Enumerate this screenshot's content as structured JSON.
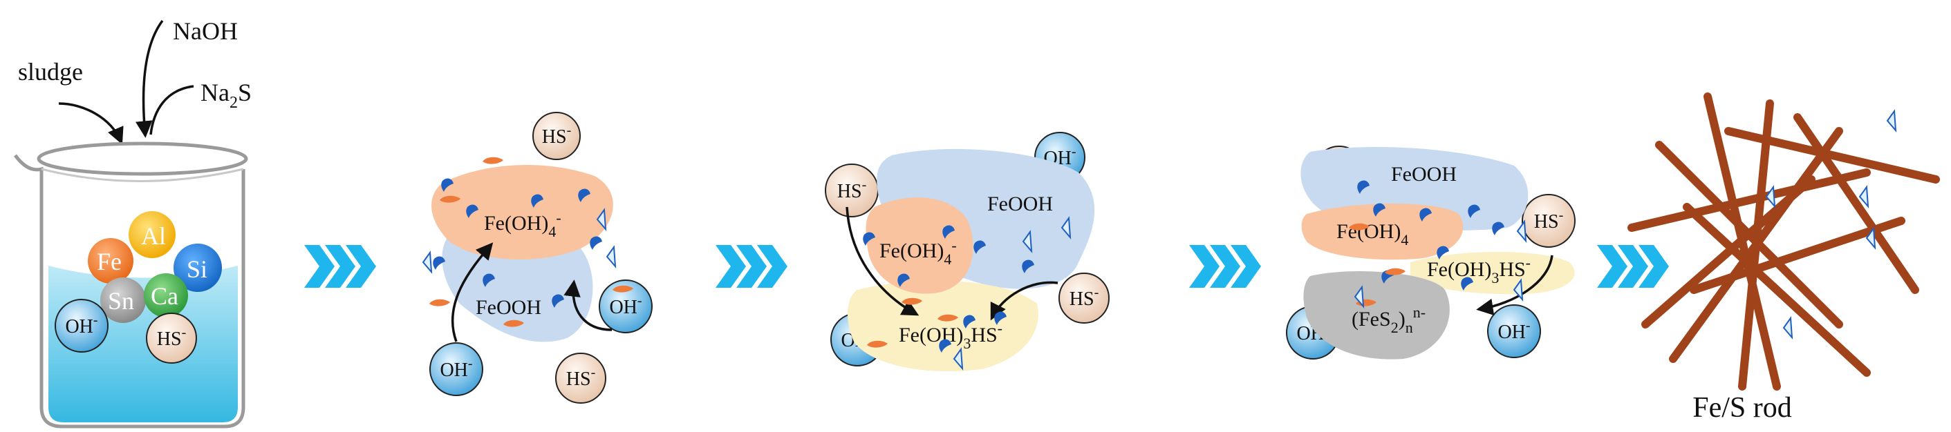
{
  "inputs": {
    "sludge": "sludge",
    "naoh": "NaOH",
    "na2s_main": "Na",
    "na2s_sub": "2",
    "na2s_end": "S"
  },
  "metals": {
    "fe": "Fe",
    "al": "Al",
    "si": "Si",
    "sn": "Sn",
    "ca": "Ca"
  },
  "ions": {
    "oh_main": "OH",
    "oh_sup": "-",
    "hs_main": "HS",
    "hs_sup": "-"
  },
  "species": {
    "feoh4_main": "Fe(OH)",
    "feoh4_sub": "4",
    "feoh4_sup": "-",
    "feooh": "FeOOH",
    "feoh3hs_main": "Fe(OH)",
    "feoh3hs_sub": "3",
    "feoh3hs_end": "HS",
    "feoh3hs_sup": "-",
    "fes2_main": "(FeS",
    "fes2_sub": "2",
    "fes2_close": ")",
    "fes2_subn": "n",
    "fes2_sup": "n-"
  },
  "product": "Fe/S rod",
  "colors": {
    "arrow_chevron": "#1fb6ee",
    "oh_ball": "#5fb6e6",
    "hs_ball": "#f6d7c0",
    "feoh4_blob": "#f9c39f",
    "feooh_blob": "#c8daf0",
    "feoh3hs_blob": "#fbefc4",
    "fes2_blob": "#bdbdbd",
    "rod": "#a0431a",
    "beaker_liquid": "#4ec4e6",
    "fe": "#f07a2a",
    "al": "#f7b70e",
    "si": "#1f78d0",
    "sn": "#9a9a9a",
    "ca": "#3fae49"
  }
}
